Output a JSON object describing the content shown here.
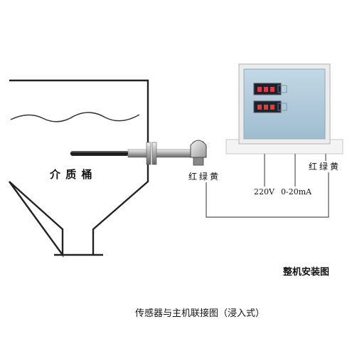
{
  "tank": {
    "label": "介 质 桶"
  },
  "probe_terminals": [
    "红",
    "绿",
    "黄"
  ],
  "controller": {
    "terminals": [
      "红",
      "绿",
      "黄"
    ],
    "power_label": "220V",
    "signal_label": "0-20mA",
    "panel_color": "#a9c4d6",
    "display_color": "#1d2230"
  },
  "captions": {
    "install_title": "整机安装图",
    "bottom_caption": "传感器与主机联接图（浸入式）"
  }
}
